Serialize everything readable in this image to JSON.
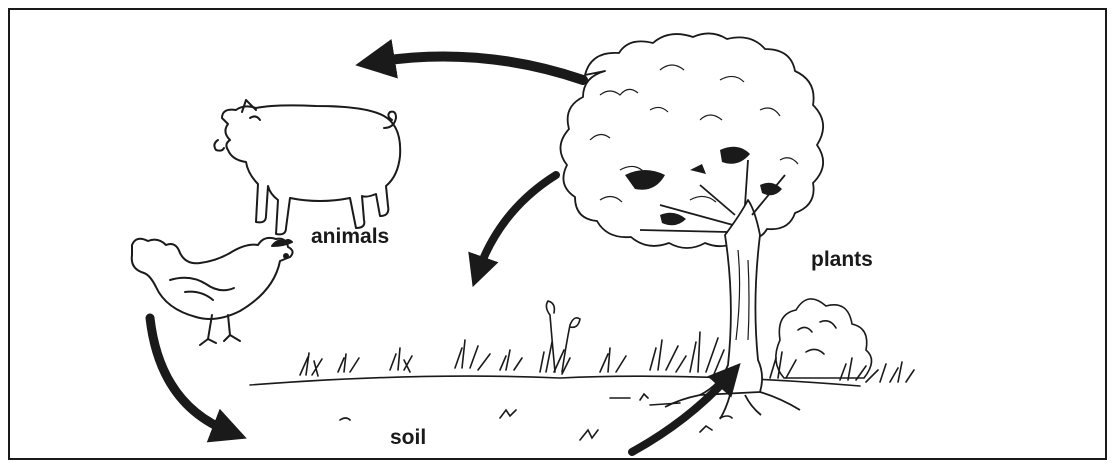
{
  "labels": {
    "animals": "animals",
    "plants": "plants",
    "soil": "soil"
  },
  "colors": {
    "ink": "#1a1a1a",
    "background": "#ffffff"
  },
  "icons": [
    "pig-icon",
    "hen-icon",
    "tree-icon",
    "grass-icon"
  ]
}
